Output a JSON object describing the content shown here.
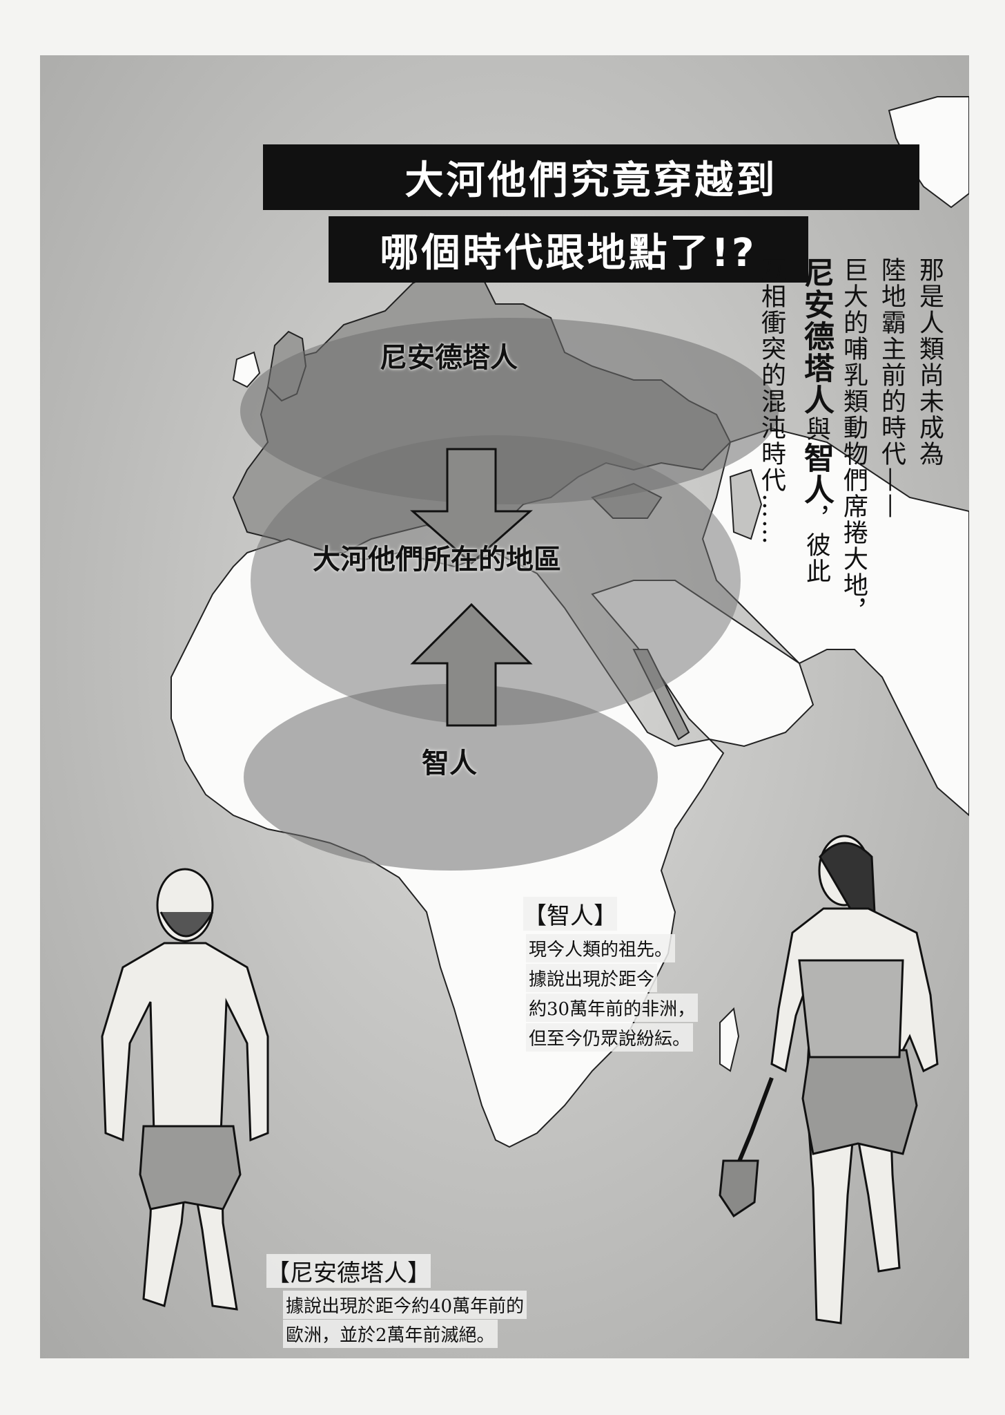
{
  "title": {
    "line1": "大河他們究竟穿越到",
    "line2": "哪個時代跟地點了!?"
  },
  "narration": {
    "col1": "那是人類尚未成為",
    "col2": "陸地霸主前的時代——",
    "col3": "巨大的哺乳類動物們席捲大地，",
    "col4_bold": "尼安德塔人",
    "col4_mid": "與",
    "col4_bold2": "智人",
    "col4_end": "，彼此",
    "col5": "互相衝突的混沌時代……"
  },
  "map": {
    "neanderthal_label": "尼安德塔人",
    "region_label": "大河他們所在的地區",
    "sapiens_label": "智人"
  },
  "sapiens_info": {
    "heading": "【智人】",
    "lines": [
      "現今人類的祖先。",
      "據說出現於距今",
      "約30萬年前的非洲，",
      "但至今仍眾說紛紜。"
    ]
  },
  "neanderthal_info": {
    "heading": "【尼安德塔人】",
    "lines": [
      "據說出現於距今約40萬年前的",
      "歐洲，並於2萬年前滅絕。"
    ]
  },
  "colors": {
    "title_bg": "#111111",
    "title_text": "#ffffff",
    "land": "#fbfbfa",
    "sea": "#c4c4c2",
    "zone": "#6f6f6f"
  }
}
